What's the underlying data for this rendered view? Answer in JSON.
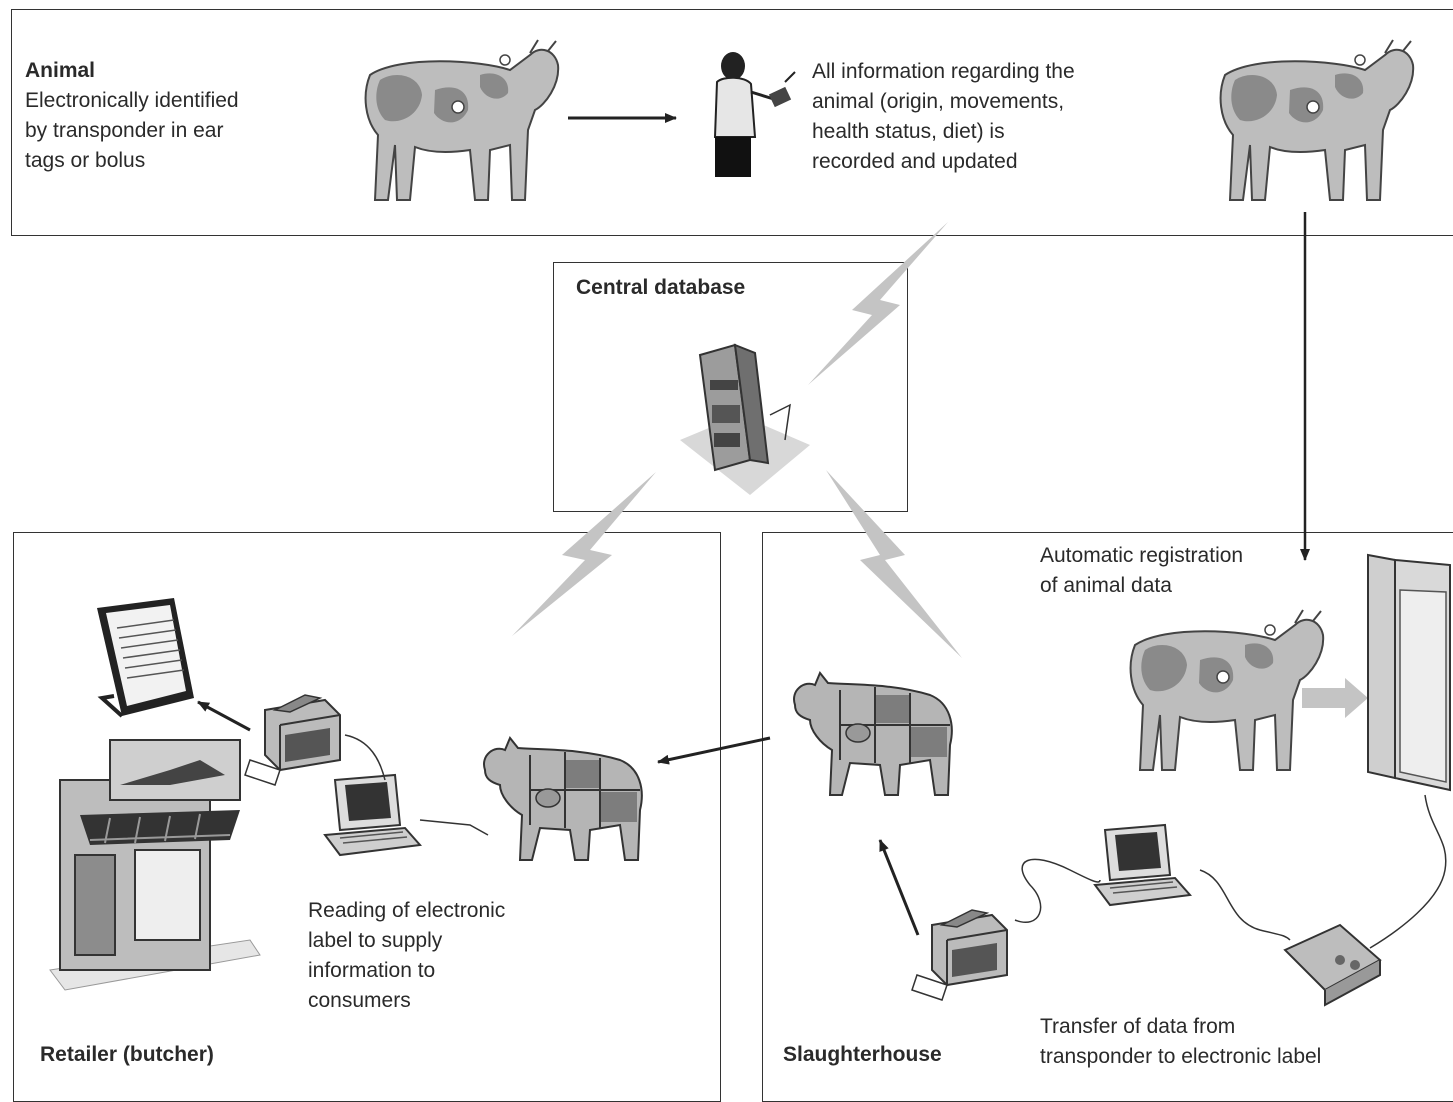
{
  "animal": {
    "title": "Animal",
    "lines": [
      "Electronically identified",
      "by transponder in ear",
      "tags or bolus"
    ]
  },
  "recording": {
    "lines": [
      "All information regarding the",
      "animal (origin, movements,",
      "health status, diet) is",
      "recorded and updated"
    ]
  },
  "database": {
    "title": "Central database"
  },
  "registration": {
    "lines": [
      "Automatic registration",
      "of animal data"
    ]
  },
  "reading": {
    "lines": [
      "Reading of electronic",
      "label to supply",
      "information to",
      "consumers"
    ]
  },
  "transfer": {
    "lines": [
      "Transfer of data from",
      "transponder to electronic label"
    ]
  },
  "retailer": {
    "title": "Retailer (butcher)"
  },
  "slaughterhouse": {
    "title": "Slaughterhouse"
  },
  "colors": {
    "border": "#333333",
    "cow_body": "#bdbdbd",
    "cow_patch": "#8a8a8a",
    "lightning": "#c4c4c4",
    "carcass": "#9a9a9a"
  }
}
